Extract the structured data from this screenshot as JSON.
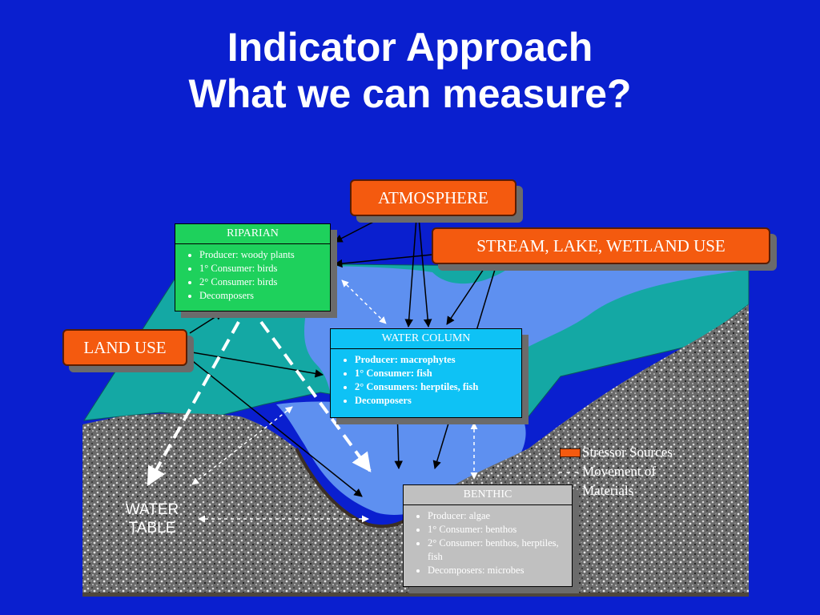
{
  "title": {
    "line1": "Indicator Approach",
    "line2": "What we can measure?"
  },
  "labels": {
    "atmosphere": "ATMOSPHERE",
    "stream_use": "STREAM, LAKE, WETLAND USE",
    "land_use": "LAND USE"
  },
  "riparian": {
    "header": "RIPARIAN",
    "items": [
      "Producer:  woody plants",
      "1° Consumer:  birds",
      "2° Consumer:  birds",
      "Decomposers"
    ]
  },
  "water_column": {
    "header": "WATER COLUMN",
    "items": [
      "Producer:  macrophytes",
      "1° Consumer:  fish",
      "2° Consumers:  herptiles, fish",
      "Decomposers"
    ]
  },
  "benthic": {
    "header": "BENTHIC",
    "items": [
      "Producer:  algae",
      "1° Consumer:  benthos",
      "2° Consumer:  benthos, herptiles, fish",
      "Decomposers:  microbes"
    ]
  },
  "water_table": {
    "line1": "WATER",
    "line2": "TABLE"
  },
  "legend": {
    "stressor": "Stressor Sources",
    "movement_dash": "- - -",
    "movement": "Movement of Materials"
  },
  "colors": {
    "background": "#0a1fcf",
    "stressor_orange": "#f45a0f",
    "riparian_green": "#1ed15c",
    "water_column_cyan": "#0ec2f5",
    "benthic_gray": "#c0c0c0",
    "land_teal": "#14a8a4",
    "water_blue": "#5e90f0"
  }
}
